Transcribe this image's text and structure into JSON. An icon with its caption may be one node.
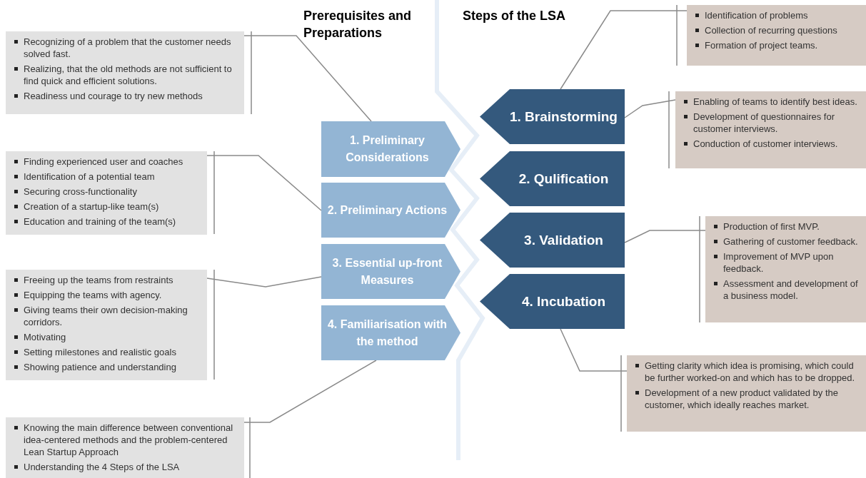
{
  "diagram": {
    "nodes": [
      {
        "text": [
          "1. Preliminary Considerations"
        ]
      },
      {
        "text": [
          "2. Preliminary Actions"
        ]
      },
      {
        "text": [
          "3. Essential up-front Measures"
        ]
      },
      {
        "text": [
          "4. Familiarisation with the method"
        ]
      },
      {
        "text": [
          "1. Brainstorming"
        ]
      },
      {
        "text": [
          "2. Qulification"
        ]
      },
      {
        "text": [
          "3. Validation"
        ]
      },
      {
        "text": [
          "4. Incubation"
        ]
      },
      {
        "text": [
          "Recognizing of a problem that the customer needs solved fast.",
          "Realizing, that the old methods are not sufficient to find quick and efficient solutions.",
          "Readiness und courage to try new methods"
        ]
      },
      {
        "text": [
          "Finding experienced user and coaches",
          "Identification of a potential team",
          "Securing cross-functionality",
          "Creation of a startup-like team(s)",
          "Education and training of the team(s)"
        ]
      },
      {
        "text": [
          "Freeing up the teams from restraints",
          "Equipping the teams with agency.",
          "Giving teams their own decision-making corridors.",
          "Motivating",
          "Setting milestones and realistic goals",
          "Showing patience and understanding"
        ]
      },
      {
        "text": [
          "Knowing the main difference between conventional idea-centered methods and the problem-centered Lean Startup Approach",
          "Understanding the 4 Steps of the LSA"
        ]
      },
      {
        "text": [
          "Identification of problems",
          "Collection of recurring questions",
          "Formation of project teams."
        ]
      },
      {
        "text": [
          "Enabling of teams to identify best ideas.",
          "Development of questionnaires for customer interviews.",
          "Conduction of customer interviews."
        ]
      },
      {
        "text": [
          "Production of first MVP.",
          "Gathering of customer feedback.",
          "Improvement of MVP upon feedback.",
          "Assessment and development of a business model."
        ]
      },
      {
        "text": [
          "Getting clarity which idea is promising, which could be further worked-on and which has to be dropped.",
          "Development of a new product validated by the customer, which ideally reaches market."
        ]
      }
    ],
    "edges": [
      {
        "from": 8,
        "to": 0,
        "arrow": "none"
      },
      {
        "from": 9,
        "to": 1,
        "arrow": "none"
      },
      {
        "from": 10,
        "to": 2,
        "arrow": "none"
      },
      {
        "from": 11,
        "to": 3,
        "arrow": "none"
      },
      {
        "from": 4,
        "to": 12,
        "arrow": "none"
      },
      {
        "from": 4,
        "to": 13,
        "arrow": "none"
      },
      {
        "from": 6,
        "to": 14,
        "arrow": "none"
      },
      {
        "from": 7,
        "to": 15,
        "arrow": "none"
      }
    ],
    "labels": [
      "Prerequisites and Preparations",
      "Steps of the LSA"
    ]
  }
}
